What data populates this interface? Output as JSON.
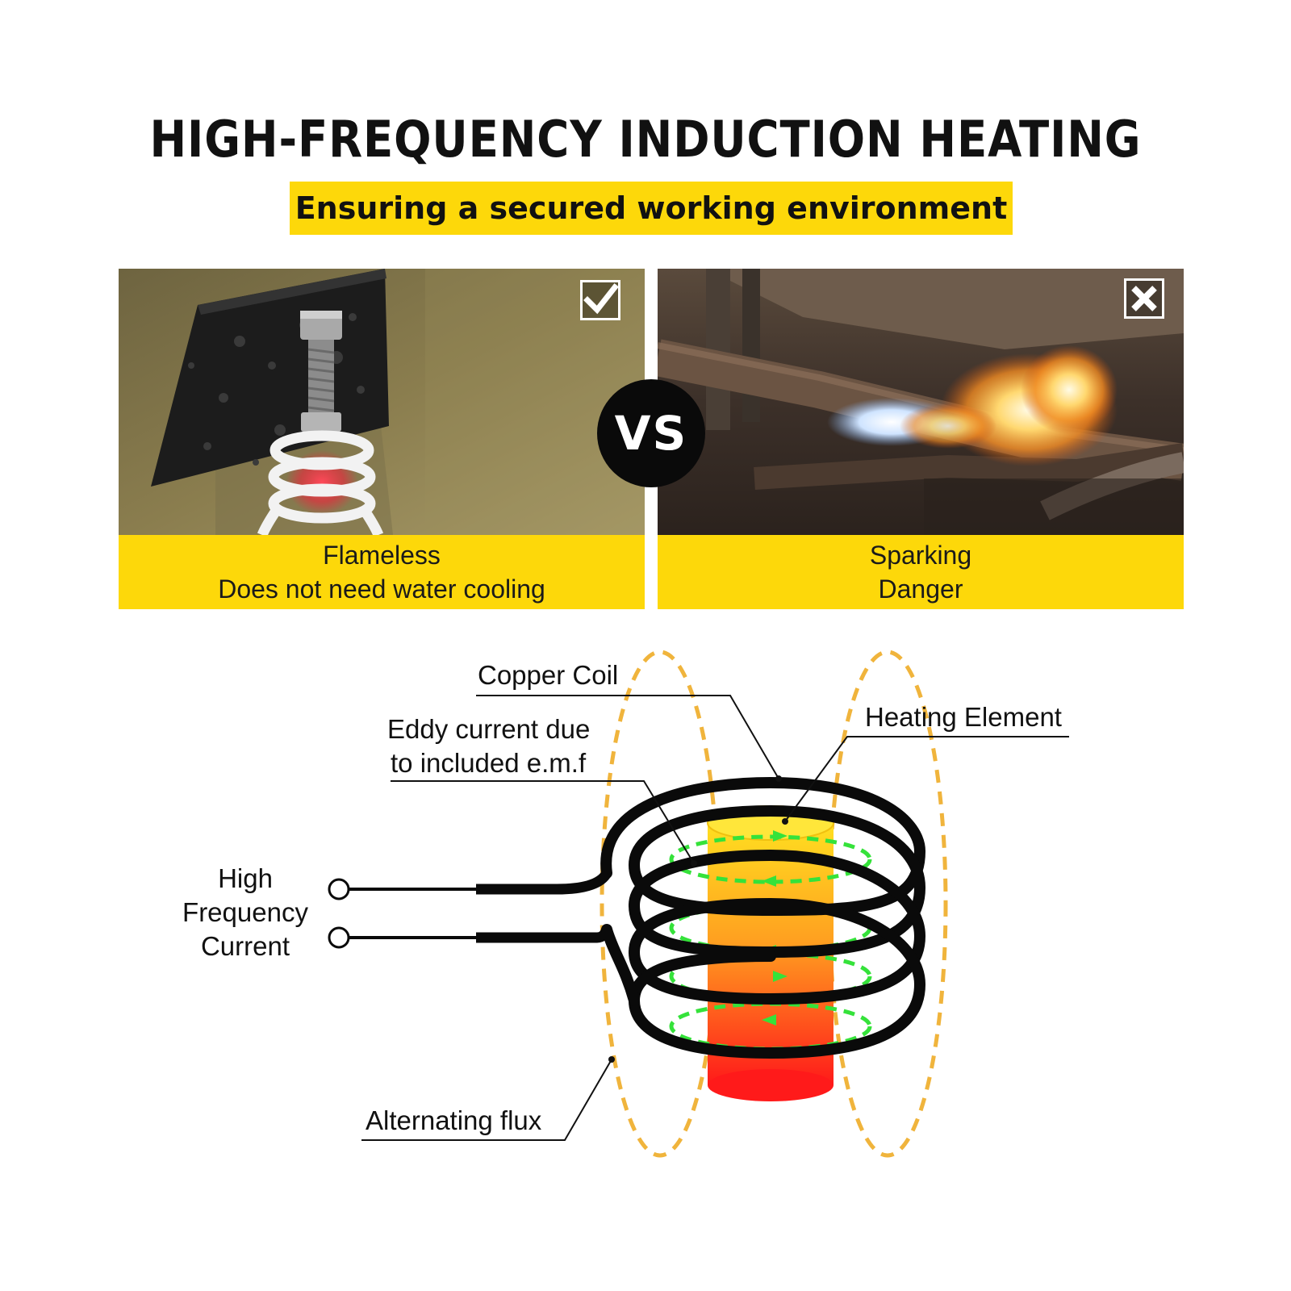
{
  "header": {
    "title": "HIGH-FREQUENCY INDUCTION HEATING",
    "subtitle": "Ensuring a secured working environment"
  },
  "comparison": {
    "left": {
      "caption_line1": "Flameless",
      "caption_line2": "Does not need water cooling",
      "status_icon": "checkmark-icon"
    },
    "badge": "VS",
    "right": {
      "caption_line1": "Sparking",
      "caption_line2": "Danger",
      "status_icon": "cross-icon"
    }
  },
  "diagram": {
    "labels": {
      "copper_coil": "Copper Coil",
      "heating_element": "Heating Element",
      "eddy_line1": "Eddy current due",
      "eddy_line2": "to included e.m.f",
      "current_line1": "High",
      "current_line2": "Frequency",
      "current_line3": "Current",
      "flux": "Alternating flux"
    },
    "colors": {
      "accent_yellow": "#fdd80a",
      "flux_orange": "#f0b43c",
      "eddy_green": "#35e23a",
      "coil_black": "#0a0a0a"
    }
  }
}
